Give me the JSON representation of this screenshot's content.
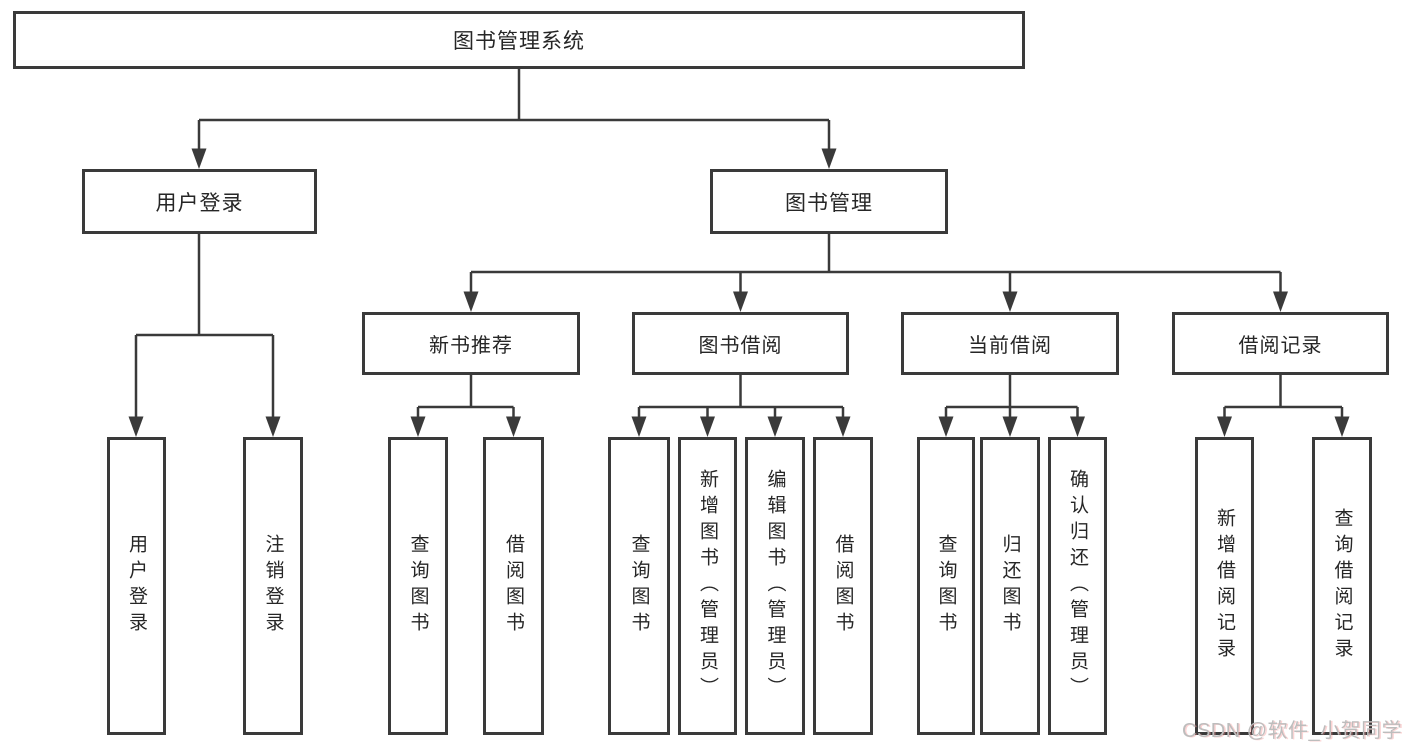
{
  "tree": {
    "label": "图书管理系统",
    "children": [
      {
        "label": "用户登录",
        "children": [
          {
            "label": "用户登录"
          },
          {
            "label": "注销登录"
          }
        ]
      },
      {
        "label": "图书管理",
        "children": [
          {
            "label": "新书推荐",
            "children": [
              {
                "label": "查询图书"
              },
              {
                "label": "借阅图书"
              }
            ]
          },
          {
            "label": "图书借阅",
            "children": [
              {
                "label": "查询图书"
              },
              {
                "label": "新增图书（管理员）"
              },
              {
                "label": "编辑图书（管理员）"
              },
              {
                "label": "借阅图书"
              }
            ]
          },
          {
            "label": "当前借阅",
            "children": [
              {
                "label": "查询图书"
              },
              {
                "label": "归还图书"
              },
              {
                "label": "确认归还（管理员）"
              }
            ]
          },
          {
            "label": "借阅记录",
            "children": [
              {
                "label": "新增借阅记录"
              },
              {
                "label": "查询借阅记录"
              }
            ]
          }
        ]
      }
    ]
  },
  "watermark": {
    "text": "CSDN @软件_小贺同学"
  },
  "colors": {
    "line": "#3a3a3a",
    "text": "#262626",
    "watermark": "#bdbdbd"
  }
}
